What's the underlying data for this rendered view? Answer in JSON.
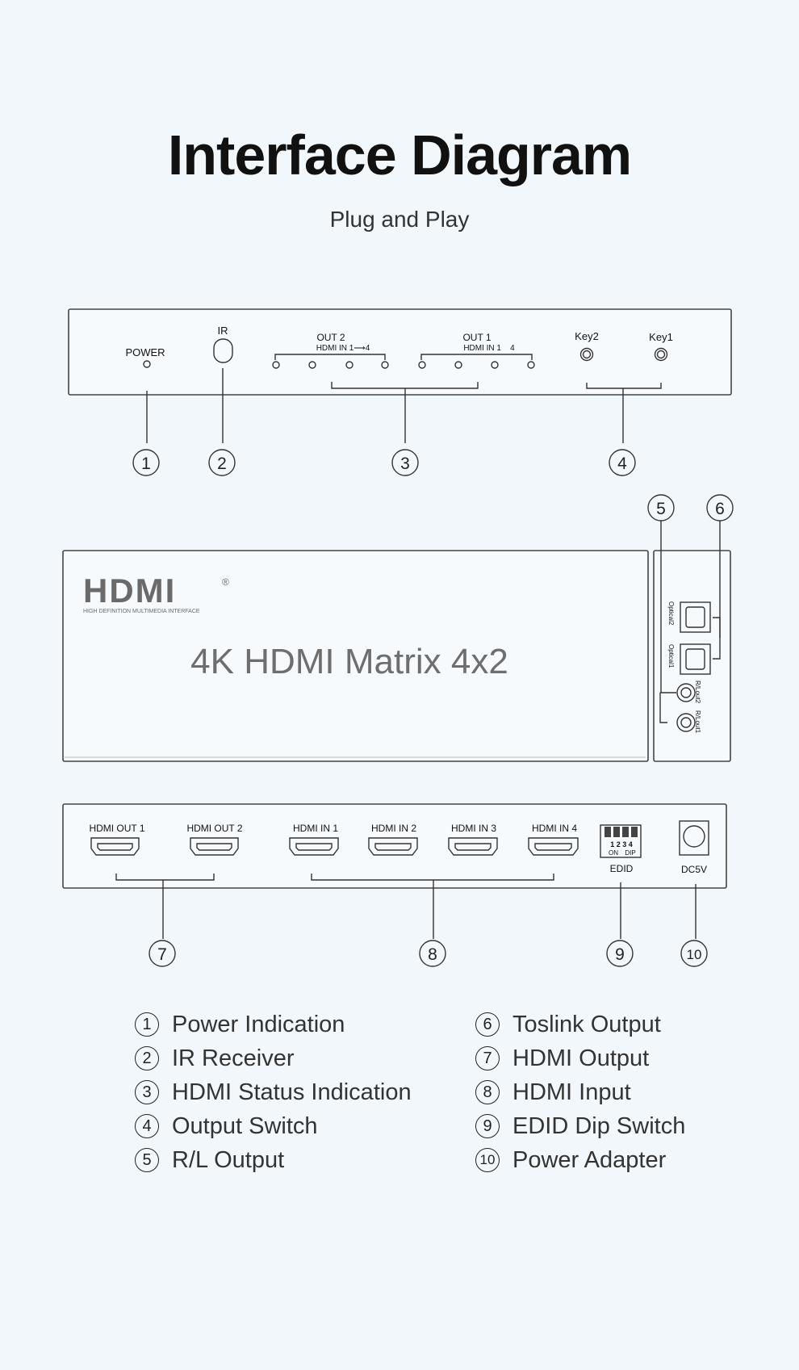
{
  "title": "Interface Diagram",
  "subtitle": "Plug and Play",
  "front_panel": {
    "power": "POWER",
    "ir": "IR",
    "out2": "OUT 2",
    "out2_sub": "HDMI IN 1⟶4",
    "out1": "OUT 1",
    "out1_sub": "HDMI IN 1    4",
    "key2": "Key2",
    "key1": "Key1"
  },
  "top_view": {
    "logo": "HDMI",
    "logo_reg": "®",
    "logo_tagline": "HIGH DEFINITION MULTIMEDIA INTERFACE",
    "product": "4K HDMI Matrix 4x2"
  },
  "side_panel": {
    "optical2": "Optical2",
    "optical1": "Optical1",
    "rlout2": "R/Lout2",
    "rlout1": "R/Lout1"
  },
  "rear_panel": {
    "hdmi_out1": "HDMI OUT 1",
    "hdmi_out2": "HDMI OUT 2",
    "hdmi_in1": "HDMI IN 1",
    "hdmi_in2": "HDMI IN 2",
    "hdmi_in3": "HDMI IN 3",
    "hdmi_in4": "HDMI IN 4",
    "dip_numbers": "1 2 3 4",
    "dip_on": "ON",
    "dip_dip": "DIP",
    "edid": "EDID",
    "dc5v": "DC5V"
  },
  "callouts": {
    "c1": "1",
    "c2": "2",
    "c3": "3",
    "c4": "4",
    "c5": "5",
    "c6": "6",
    "c7": "7",
    "c8": "8",
    "c9": "9",
    "c10": "10"
  },
  "legend_left": [
    {
      "num": "1",
      "label": "Power Indication"
    },
    {
      "num": "2",
      "label": "IR Receiver"
    },
    {
      "num": "3",
      "label": "HDMI Status Indication"
    },
    {
      "num": "4",
      "label": "Output Switch"
    },
    {
      "num": "5",
      "label": "R/L Output"
    }
  ],
  "legend_right": [
    {
      "num": "6",
      "label": "Toslink Output"
    },
    {
      "num": "7",
      "label": "HDMI Output"
    },
    {
      "num": "8",
      "label": "HDMI Input"
    },
    {
      "num": "9",
      "label": "EDID Dip Switch"
    },
    {
      "num": "10",
      "label": "Power Adapter"
    }
  ],
  "colors": {
    "background": "#f1f7fb",
    "line": "#333333",
    "product_text": "#6e6e6e"
  }
}
